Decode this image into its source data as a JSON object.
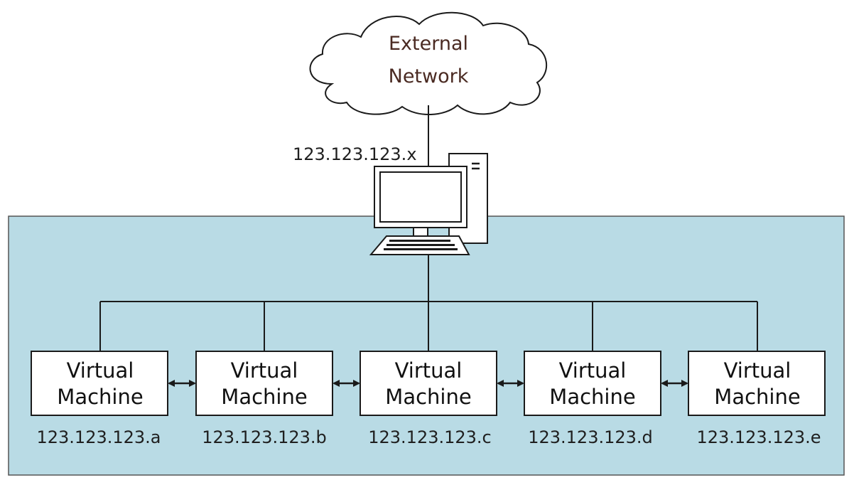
{
  "network": {
    "cloud_line1": "External",
    "cloud_line2": "Network",
    "host_ip": "123.123.123.x"
  },
  "virtual_machines": [
    {
      "line1": "Virtual",
      "line2": "Machine",
      "ip": "123.123.123.a"
    },
    {
      "line1": "Virtual",
      "line2": "Machine",
      "ip": "123.123.123.b"
    },
    {
      "line1": "Virtual",
      "line2": "Machine",
      "ip": "123.123.123.c"
    },
    {
      "line1": "Virtual",
      "line2": "Machine",
      "ip": "123.123.123.d"
    },
    {
      "line1": "Virtual",
      "line2": "Machine",
      "ip": "123.123.123.e"
    }
  ],
  "colors": {
    "host_area": "#b9dbe5",
    "cloud_text": "#4a2a22",
    "line": "#1a1a1a"
  },
  "icons": {
    "cloud": "cloud-icon",
    "host": "computer-icon",
    "vm_link": "double-arrow-icon"
  }
}
